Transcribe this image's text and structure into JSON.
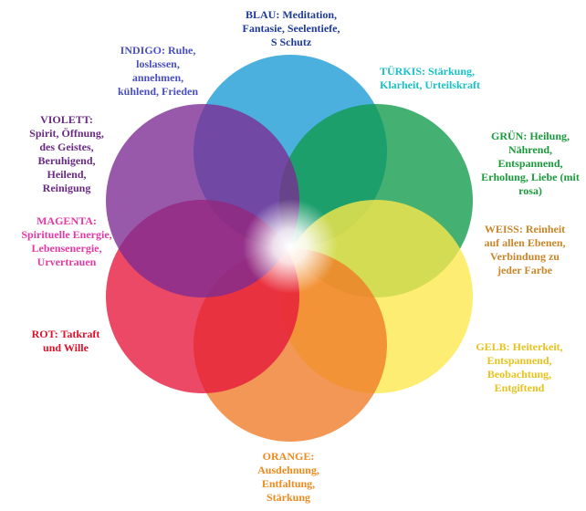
{
  "diagram": {
    "circles": [
      {
        "id": "blau",
        "color": "#1a9ad6"
      },
      {
        "id": "gruen",
        "color": "#0f9a4a"
      },
      {
        "id": "gelb",
        "color": "#fde84a"
      },
      {
        "id": "orange",
        "color": "#ef7a26"
      },
      {
        "id": "rot",
        "color": "#e5163a"
      },
      {
        "id": "violett",
        "color": "#7c2a92"
      }
    ],
    "labels": {
      "blau": {
        "color": "#1e3a99",
        "lines": [
          "BLAU: Meditation,",
          "Fantasie, Seelentiefe,",
          "S Schutz"
        ]
      },
      "tuerkis": {
        "color": "#19c2c8",
        "lines": [
          "TÜRKIS: Stärkung,",
          "Klarheit, Urteilskraft"
        ]
      },
      "gruen": {
        "color": "#1a9a3c",
        "lines": [
          "GRÜN: Heilung,",
          "Nährend,",
          "Entspannend,",
          "Erholung, Liebe (mit",
          "rosa)"
        ]
      },
      "weiss": {
        "color": "#c9862b",
        "lines": [
          "WEISS: Reinheit",
          "auf allen Ebenen,",
          "Verbindung zu",
          "jeder Farbe"
        ]
      },
      "gelb": {
        "color": "#e8c21e",
        "lines": [
          "GELB: Heiterkeit,",
          "Entspannend,",
          "Beobachtung,",
          "Entgiftend"
        ]
      },
      "orange": {
        "color": "#ee8a1e",
        "lines": [
          "ORANGE:",
          "Ausdehnung,",
          "Entfaltung,",
          "Stärkung"
        ]
      },
      "rot": {
        "color": "#e0102a",
        "lines": [
          "ROT: Tatkraft",
          "und Wille"
        ]
      },
      "magenta": {
        "color": "#e43aa3",
        "lines": [
          "MAGENTA:",
          "Spirituelle Energie,",
          "Lebensenergie,",
          "Urvertrauen"
        ]
      },
      "violett": {
        "color": "#6a2a84",
        "lines": [
          "VIOLETT:",
          "Spirit, Öffnung,",
          "des Geistes,",
          "Beruhigend,",
          "Heilend,",
          "Reinigung"
        ]
      },
      "indigo": {
        "color": "#4a4fc0",
        "lines": [
          "INDIGO: Ruhe,",
          "loslassen,",
          "annehmen,",
          "kühlend, Frieden"
        ]
      }
    }
  }
}
